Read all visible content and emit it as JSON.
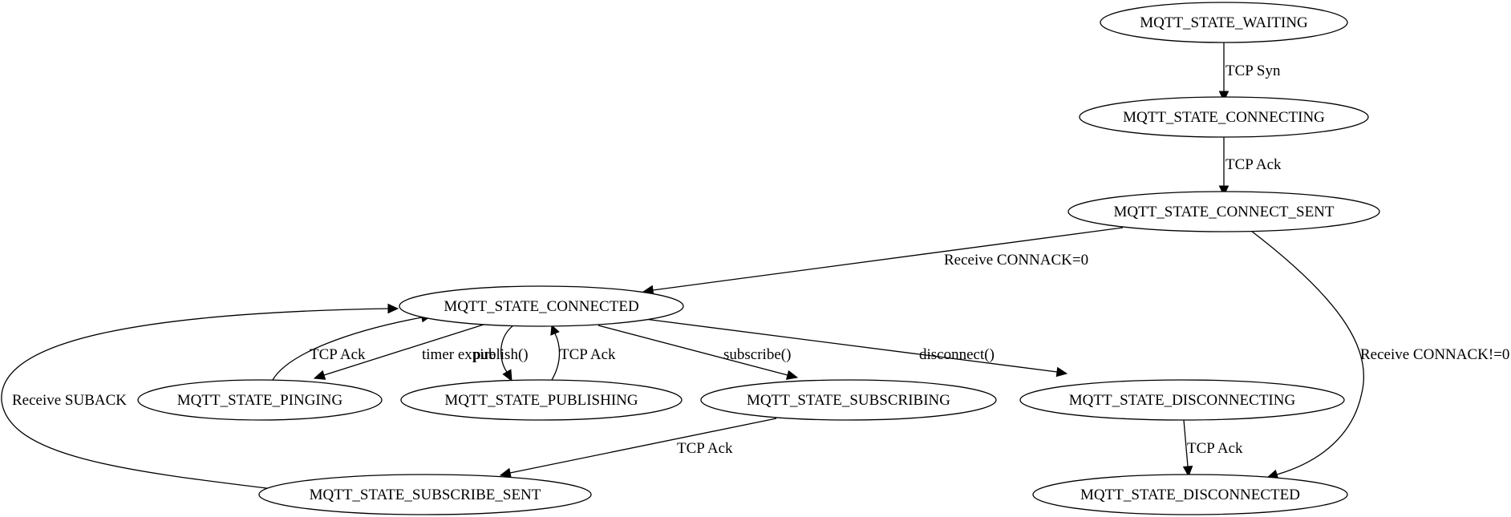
{
  "diagram": {
    "type": "state-machine",
    "nodes": {
      "waiting": "MQTT_STATE_WAITING",
      "connecting": "MQTT_STATE_CONNECTING",
      "connect_sent": "MQTT_STATE_CONNECT_SENT",
      "connected": "MQTT_STATE_CONNECTED",
      "pinging": "MQTT_STATE_PINGING",
      "publishing": "MQTT_STATE_PUBLISHING",
      "subscribing": "MQTT_STATE_SUBSCRIBING",
      "disconnecting": "MQTT_STATE_DISCONNECTING",
      "subscribe_sent": "MQTT_STATE_SUBSCRIBE_SENT",
      "disconnected": "MQTT_STATE_DISCONNECTED"
    },
    "edges": {
      "waiting_to_connecting": {
        "from": "MQTT_STATE_WAITING",
        "to": "MQTT_STATE_CONNECTING",
        "label": "TCP Syn"
      },
      "connecting_to_connect_sent": {
        "from": "MQTT_STATE_CONNECTING",
        "to": "MQTT_STATE_CONNECT_SENT",
        "label": "TCP Ack"
      },
      "connect_sent_to_connected": {
        "from": "MQTT_STATE_CONNECT_SENT",
        "to": "MQTT_STATE_CONNECTED",
        "label": "Receive CONNACK=0"
      },
      "connect_sent_to_disconnected": {
        "from": "MQTT_STATE_CONNECT_SENT",
        "to": "MQTT_STATE_DISCONNECTED",
        "label": "Receive CONNACK!=0"
      },
      "connected_to_pinging": {
        "from": "MQTT_STATE_CONNECTED",
        "to": "MQTT_STATE_PINGING",
        "label": "timer expire"
      },
      "pinging_to_connected": {
        "from": "MQTT_STATE_PINGING",
        "to": "MQTT_STATE_CONNECTED",
        "label": "TCP Ack"
      },
      "connected_to_publishing": {
        "from": "MQTT_STATE_CONNECTED",
        "to": "MQTT_STATE_PUBLISHING",
        "label": "publish()"
      },
      "publishing_to_connected": {
        "from": "MQTT_STATE_PUBLISHING",
        "to": "MQTT_STATE_CONNECTED",
        "label": "TCP Ack"
      },
      "connected_to_subscribing": {
        "from": "MQTT_STATE_CONNECTED",
        "to": "MQTT_STATE_SUBSCRIBING",
        "label": "subscribe()"
      },
      "connected_to_disconnecting": {
        "from": "MQTT_STATE_CONNECTED",
        "to": "MQTT_STATE_DISCONNECTING",
        "label": "disconnect()"
      },
      "subscribing_to_subscribe_sent": {
        "from": "MQTT_STATE_SUBSCRIBING",
        "to": "MQTT_STATE_SUBSCRIBE_SENT",
        "label": "TCP Ack"
      },
      "subscribe_sent_to_connected": {
        "from": "MQTT_STATE_SUBSCRIBE_SENT",
        "to": "MQTT_STATE_CONNECTED",
        "label": "Receive SUBACK"
      },
      "disconnecting_to_disconnected": {
        "from": "MQTT_STATE_DISCONNECTING",
        "to": "MQTT_STATE_DISCONNECTED",
        "label": "TCP Ack"
      }
    }
  }
}
